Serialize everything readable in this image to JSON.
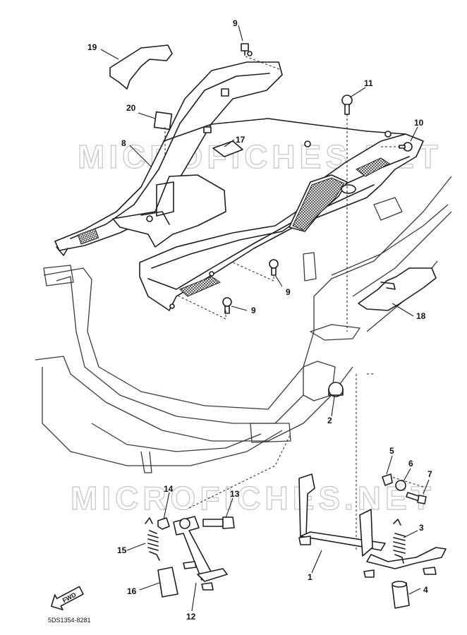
{
  "watermark": "MICROFICHES.NET",
  "diagram_code": "5DS1354-8281",
  "fwd_label": "FWD",
  "callouts": [
    "1",
    "2",
    "3",
    "4",
    "5",
    "6",
    "7",
    "8",
    "9",
    "10",
    "11",
    "12",
    "13",
    "14",
    "15",
    "16",
    "17",
    "18",
    "19",
    "20"
  ]
}
